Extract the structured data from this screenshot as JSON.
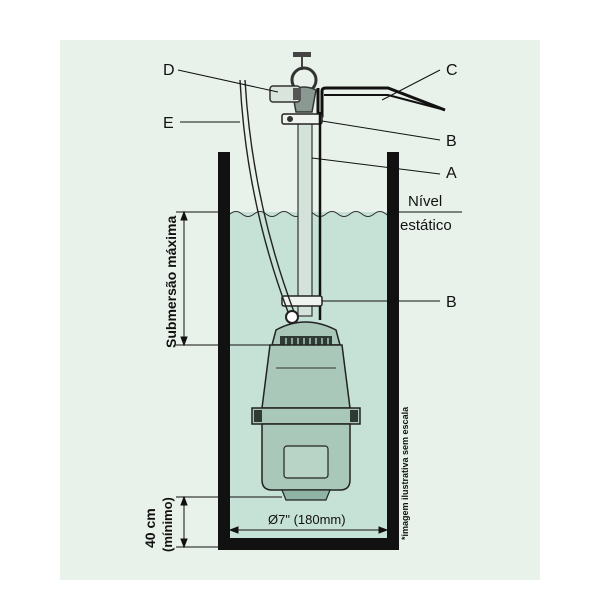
{
  "labels": {
    "a": "A",
    "b_top": "B",
    "b_bottom": "B",
    "c": "C",
    "d": "D",
    "e": "E",
    "static_level_line1": "Nível",
    "static_level_line2": "estático",
    "max_submersion": "Submersão máxima",
    "minimum_depth_line1": "40 cm",
    "minimum_depth_line2": "(mínimo)",
    "diameter": "Ø7\"  (180mm)",
    "scale_note": "*imagem ilustrativa sem escala"
  },
  "colors": {
    "background": "#e8f1ea",
    "water": "#c6e1d6",
    "well_wall": "#111111",
    "pump_body": "#a9c8ba",
    "pump_dark": "#2f3a35",
    "ink": "#111111"
  }
}
